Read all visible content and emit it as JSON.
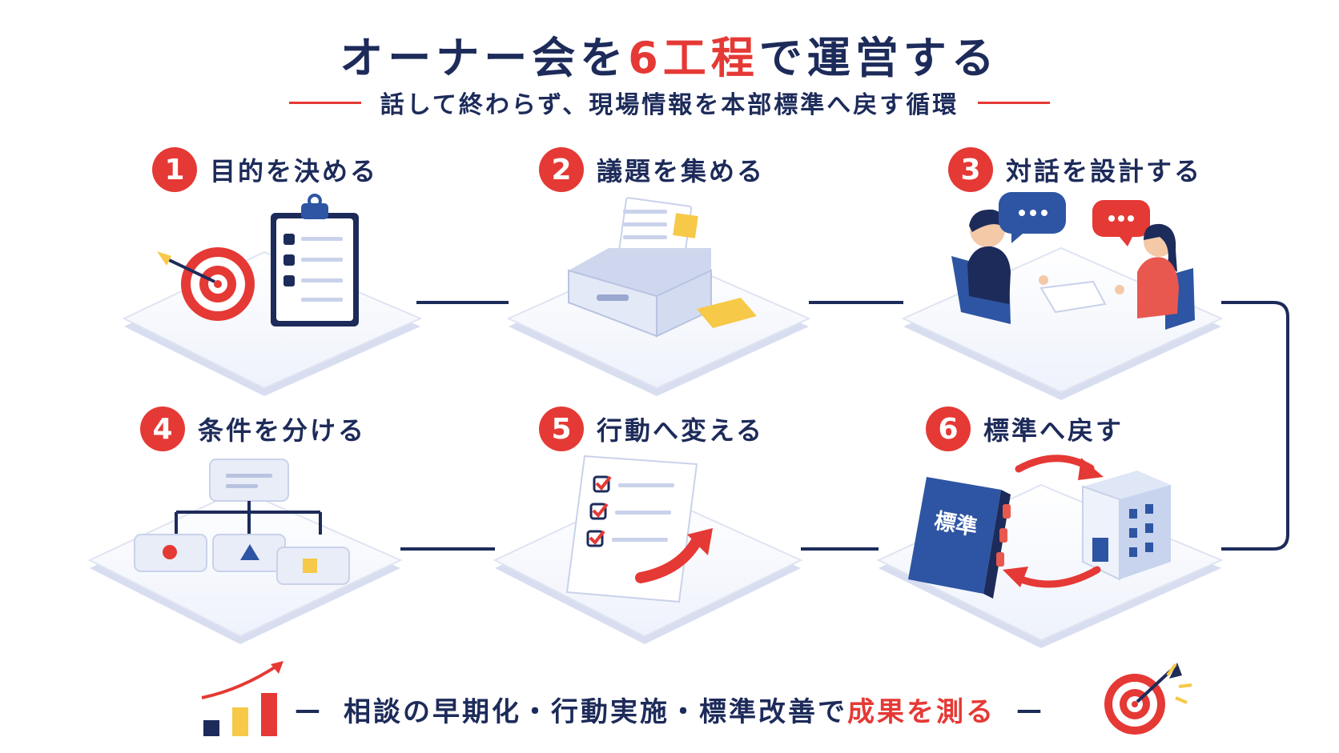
{
  "title": {
    "part1": "オーナー会を",
    "highlight": "6工程",
    "part2": "で運営する"
  },
  "subtitle": "話して終わらず、現場情報を本部標準へ戻す循環",
  "steps": [
    {
      "num": "1",
      "label": "目的を決める"
    },
    {
      "num": "2",
      "label": "議題を集める"
    },
    {
      "num": "3",
      "label": "対話を設計する"
    },
    {
      "num": "4",
      "label": "条件を分ける"
    },
    {
      "num": "5",
      "label": "行動へ変える"
    },
    {
      "num": "6",
      "label": "標準へ戻す"
    }
  ],
  "book_label": "標準",
  "footer": {
    "dash_left": "—",
    "text": "相談の早期化・行動実施・標準改善で",
    "highlight": "成果を測る",
    "dash_right": "—"
  },
  "colors": {
    "navy": "#1d2b5a",
    "red": "#e53935",
    "blue": "#2e55a3",
    "yellow": "#f7c948"
  },
  "icons": [
    "target-icon",
    "clipboard-icon",
    "file-tray-icon",
    "conversation-icon",
    "branch-boxes-icon",
    "checklist-arrow-icon",
    "book-building-cycle-icon",
    "rising-bars-icon"
  ]
}
